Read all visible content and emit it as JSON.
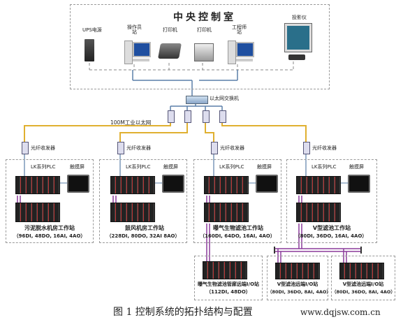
{
  "control_room": {
    "title": "中央控制室",
    "ups_label": "UPS电源",
    "operator_label": "操作员\n站",
    "printer1_label": "打印机",
    "printer2_label": "打印机",
    "engineer_label": "工程师\n站",
    "projector_label": "投影仪"
  },
  "network": {
    "switch_label": "以太网交换机",
    "ethernet_label": "100M工业以太网",
    "transceiver_label": "光纤收发器"
  },
  "stations": [
    {
      "plc": "LK系列PLC",
      "touch": "触摸屏",
      "name": "污泥脱水机房工作站",
      "io": "（96DI, 48DO, 16AI, 4AO）"
    },
    {
      "plc": "LK系列PLC",
      "touch": "触摸屏",
      "name": "鼓风机房工作站",
      "io": "（228DI, 80DO, 32AI  8AO）"
    },
    {
      "plc": "LK系列PLC",
      "touch": "触摸屏",
      "name": "曝气生物滤池工作站",
      "io": "（160DI, 64DO, 16AI, 4AO）"
    },
    {
      "plc": "LK系列PLC",
      "touch": "触摸屏",
      "name": "V型滤池工作站",
      "io": "（80DI, 36DO, 16AI, 4AO）"
    }
  ],
  "remote_io": [
    {
      "name": "曝气生物滤池管廊远端I/O站",
      "io": "（112DI, 48DO）"
    },
    {
      "name": "V型滤池远端I/O站",
      "io": "（80DI, 36DO, 8AI, 4AO）"
    },
    {
      "name": "V型滤池远端I/O站",
      "io": "（80DI, 36DO, 8AI, 4AO）"
    }
  ],
  "caption": "图 1  控制系统的拓扑结构与配置",
  "watermark": "www.dqjsw.com.cn"
}
